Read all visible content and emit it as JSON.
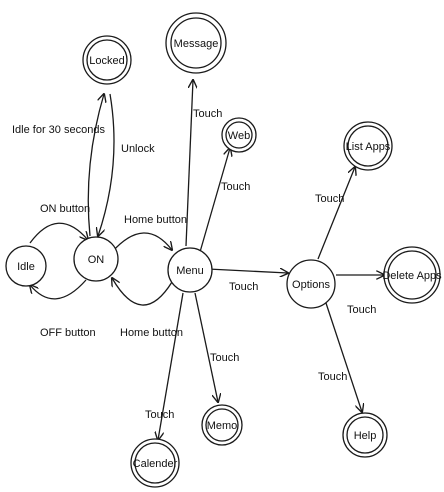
{
  "diagram": {
    "states": {
      "idle": "Idle",
      "on": "ON",
      "locked": "Locked",
      "menu": "Menu",
      "message": "Message",
      "web": "Web",
      "memo": "Memo",
      "calender": "Calender",
      "options": "Options",
      "list_apps": "List Apps",
      "delete_apps": "Delete Apps",
      "help": "Help"
    },
    "transitions": {
      "idle_to_locked": "Idle for 30 seconds",
      "unlock": "Unlock",
      "on_button": "ON button",
      "off_button": "OFF button",
      "home_to_menu": "Home button",
      "home_to_on": "Home button",
      "touch_message": "Touch",
      "touch_web": "Touch",
      "touch_options": "Touch",
      "touch_memo": "Touch",
      "touch_calender": "Touch",
      "touch_list_apps": "Touch",
      "touch_delete_apps": "Touch",
      "touch_help": "Touch"
    }
  }
}
